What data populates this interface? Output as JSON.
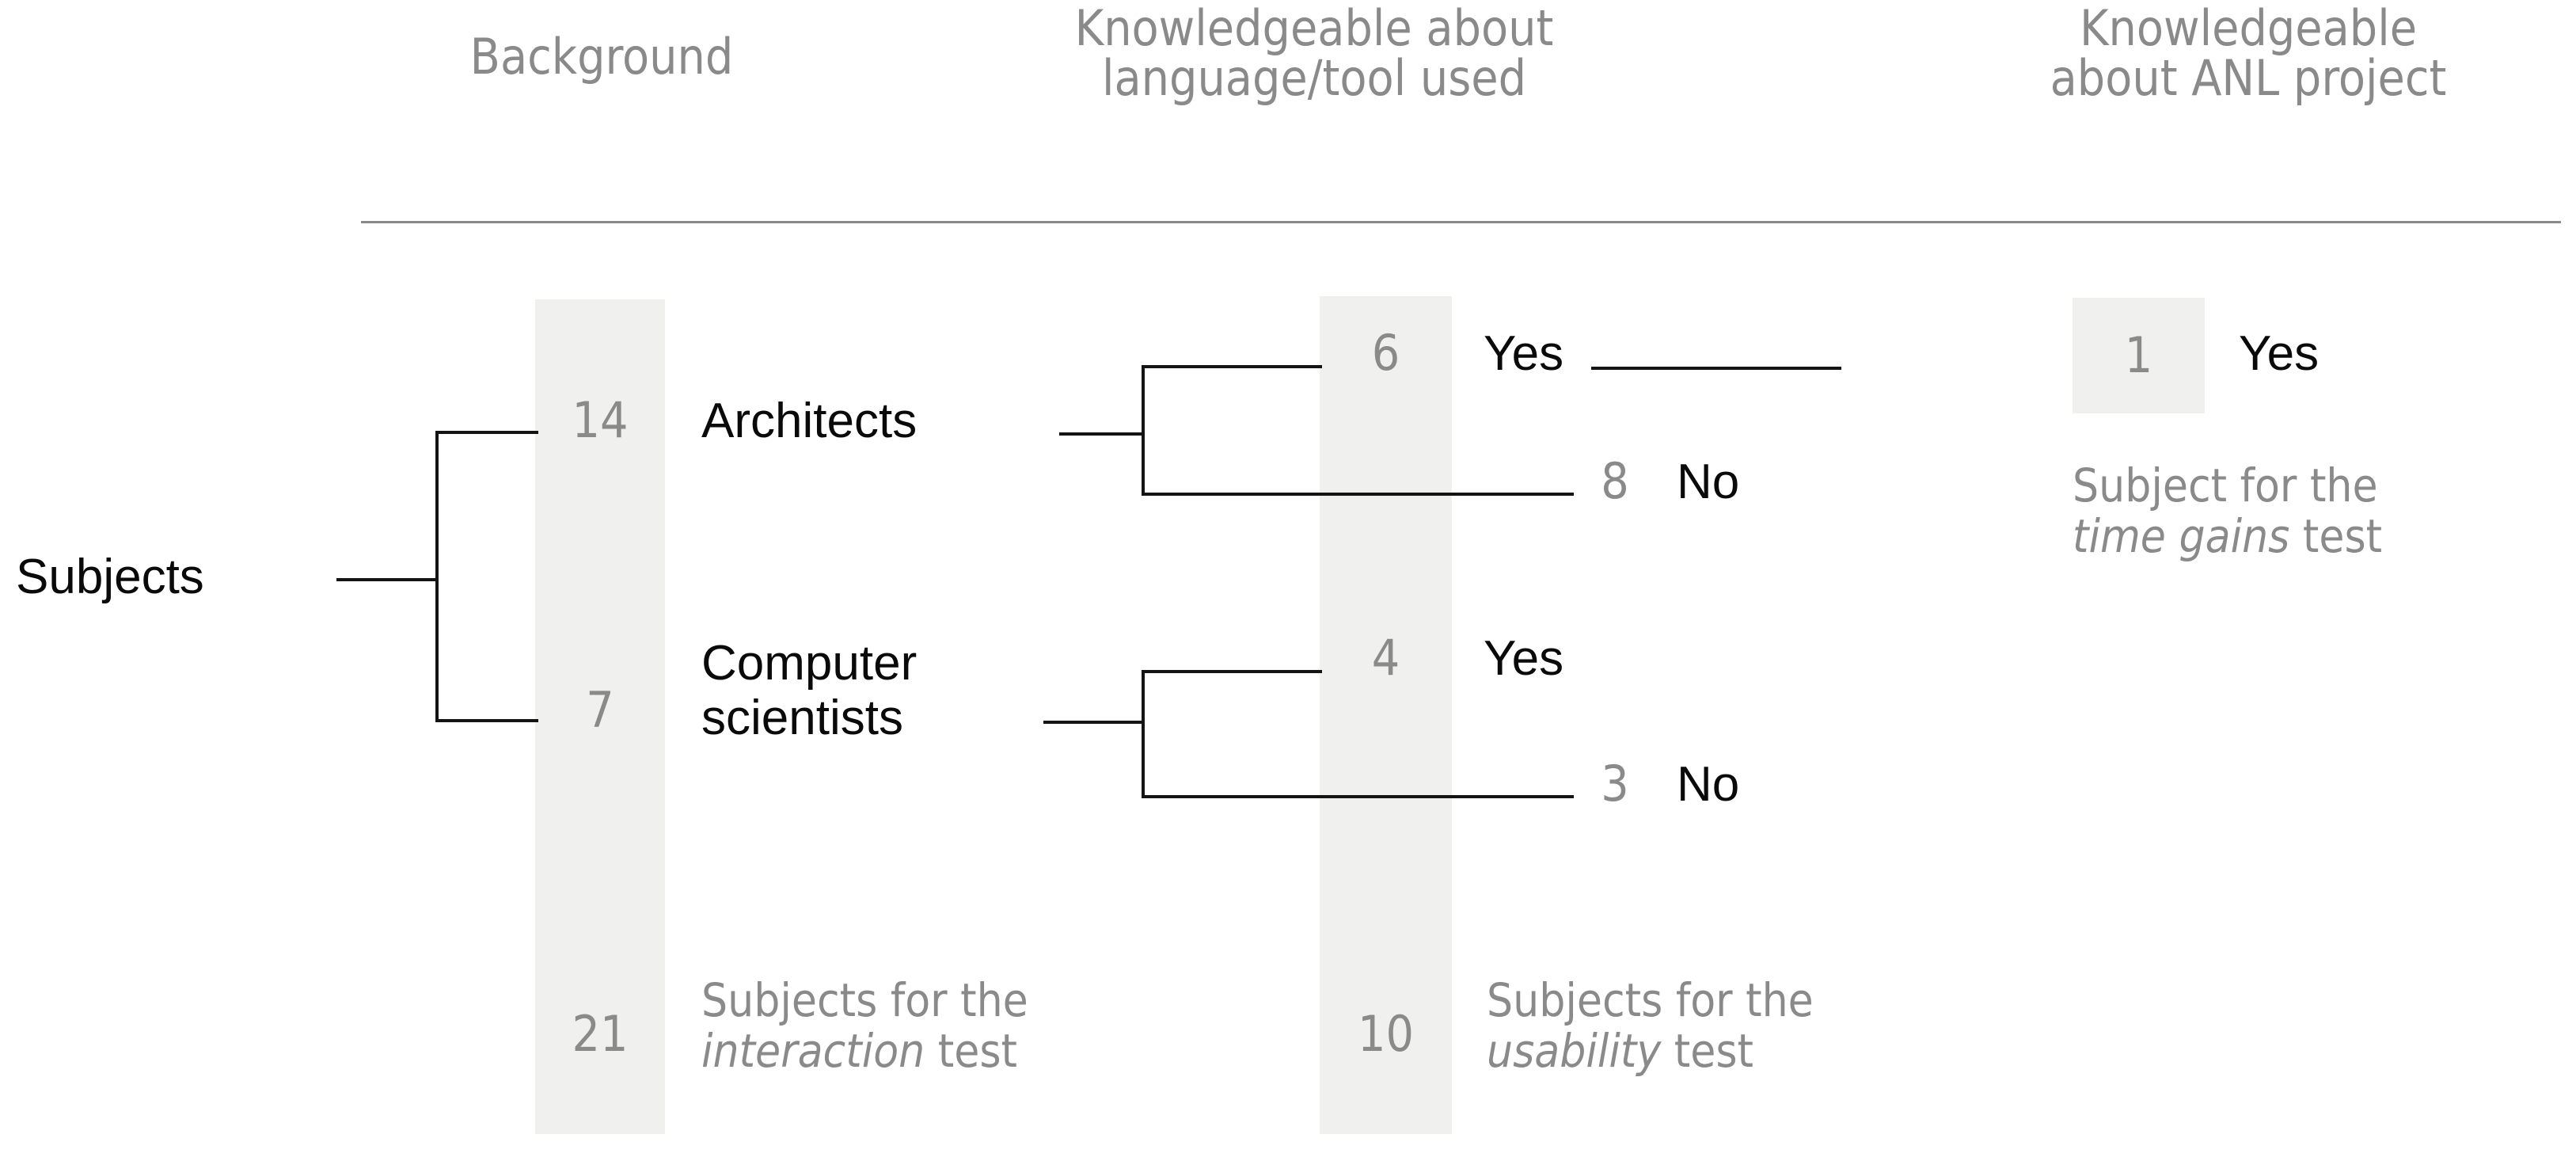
{
  "headers": [
    {
      "id": "background",
      "label": "Background"
    },
    {
      "id": "lang-tool",
      "label": "Knowledgeable about\nlanguage/tool used"
    },
    {
      "id": "anl-project",
      "label": "Knowledgeable\nabout ANL project"
    }
  ],
  "root": {
    "label": "Subjects"
  },
  "background_nodes": [
    {
      "id": "architects",
      "count": "14",
      "label": "Architects"
    },
    {
      "id": "computer-scientists",
      "count": "7",
      "label": "Computer\nscientists"
    }
  ],
  "knowledge_nodes": [
    {
      "id": "architects-yes",
      "count": "6",
      "label": "Yes"
    },
    {
      "id": "architects-no",
      "count": "8",
      "label": "No"
    },
    {
      "id": "cs-yes",
      "count": "4",
      "label": "Yes"
    },
    {
      "id": "cs-no",
      "count": "3",
      "label": "No"
    }
  ],
  "anl_nodes": [
    {
      "id": "anl-yes",
      "count": "1",
      "label": "Yes"
    }
  ],
  "captions": [
    {
      "id": "time-gains",
      "line1": "Subject for the",
      "emphasis": "time gains",
      "tail": " test"
    },
    {
      "id": "interaction",
      "count": "21",
      "line1": "Subjects for the",
      "emphasis": "interaction",
      "tail": " test"
    },
    {
      "id": "usability",
      "count": "10",
      "line1": "Subjects for the",
      "emphasis": "usability",
      "tail": " test"
    }
  ],
  "colors": {
    "band": "#f0f0ef",
    "gray_text": "#8a8a8a",
    "black_text": "#0a0a0a",
    "rule": "#8a8a8a",
    "wire": "#141414",
    "background": "#ffffff"
  },
  "chart_data": {
    "type": "diagram",
    "title": "Subject breakdown tree",
    "stages": [
      "Background",
      "Knowledgeable about language/tool used",
      "Knowledgeable about ANL project"
    ],
    "nodes": [
      {
        "name": "Subjects",
        "count": null,
        "stage": "root"
      },
      {
        "name": "Architects",
        "count": 14,
        "stage": "Background"
      },
      {
        "name": "Computer scientists",
        "count": 7,
        "stage": "Background"
      },
      {
        "name": "Architects / Yes",
        "count": 6,
        "stage": "Knowledgeable about language/tool used"
      },
      {
        "name": "Architects / No",
        "count": 8,
        "stage": "Knowledgeable about language/tool used"
      },
      {
        "name": "Computer scientists / Yes",
        "count": 4,
        "stage": "Knowledgeable about language/tool used"
      },
      {
        "name": "Computer scientists / No",
        "count": 3,
        "stage": "Knowledgeable about language/tool used"
      },
      {
        "name": "ANL project / Yes",
        "count": 1,
        "stage": "Knowledgeable about ANL project"
      }
    ],
    "edges": [
      [
        "Subjects",
        "Architects"
      ],
      [
        "Subjects",
        "Computer scientists"
      ],
      [
        "Architects",
        "Architects / Yes"
      ],
      [
        "Architects",
        "Architects / No"
      ],
      [
        "Computer scientists",
        "Computer scientists / Yes"
      ],
      [
        "Computer scientists",
        "Computer scientists / No"
      ],
      [
        "Architects / Yes",
        "ANL project / Yes"
      ]
    ],
    "totals": [
      {
        "label": "Subjects for the interaction test",
        "count": 21
      },
      {
        "label": "Subjects for the usability test",
        "count": 10
      },
      {
        "label": "Subject for the time gains test",
        "count": 1
      }
    ]
  }
}
